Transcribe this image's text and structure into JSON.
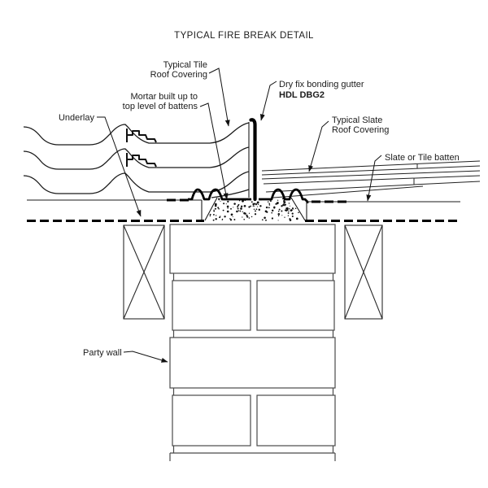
{
  "title": "TYPICAL FIRE BREAK DETAIL",
  "labels": {
    "tile_roof": {
      "line1": "Typical Tile",
      "line2": "Roof Covering"
    },
    "mortar": {
      "line1": "Mortar built up to",
      "line2": "top level of battens"
    },
    "underlay": "Underlay",
    "bonding_gutter": {
      "line1": "Dry fix bonding gutter",
      "line2": "HDL DBG2"
    },
    "slate_roof": {
      "line1": "Typical Slate",
      "line2": "Roof Covering"
    },
    "batten": "Slate or Tile batten",
    "party_wall": "Party wall"
  },
  "colors": {
    "line": "#1a1a1a",
    "background": "#ffffff"
  }
}
